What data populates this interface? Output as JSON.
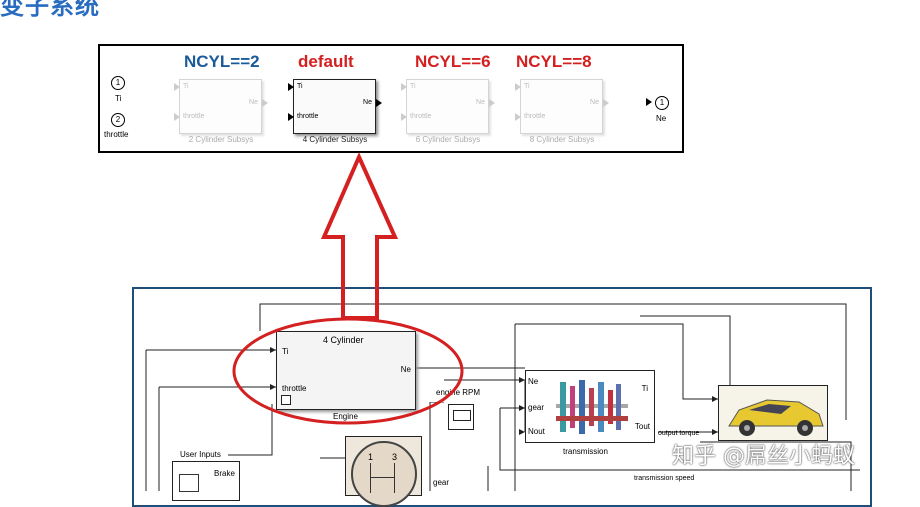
{
  "heading": "变子系统",
  "variant_panel": {
    "conditions": [
      {
        "label": "NCYL==2",
        "color": "#1a5a9a"
      },
      {
        "label": "default",
        "color": "#d42020"
      },
      {
        "label": "NCYL==6",
        "color": "#d42020"
      },
      {
        "label": "NCYL==8",
        "color": "#d42020"
      }
    ],
    "inports": [
      {
        "num": "1",
        "label": "Ti"
      },
      {
        "num": "2",
        "label": "throttle"
      }
    ],
    "outport": {
      "num": "1",
      "label": "Ne"
    },
    "subsystems": [
      {
        "caption": "2 Cylinder Subsys",
        "in1": "Ti",
        "in2": "throttle",
        "out": "Ne"
      },
      {
        "caption": "4 Cylinder Subsys",
        "in1": "Ti",
        "in2": "throttle",
        "out": "Ne"
      },
      {
        "caption": "6 Cylinder Subsys",
        "in1": "Ti",
        "in2": "throttle",
        "out": "Ne"
      },
      {
        "caption": "8 Cylinder Subsys",
        "in1": "Ti",
        "in2": "throttle",
        "out": "Ne"
      }
    ]
  },
  "model": {
    "engine": {
      "title": "4 Cylinder",
      "in1": "Ti",
      "in2": "throttle",
      "out": "Ne",
      "caption": "Engine"
    },
    "engine_rpm": "engine RPM",
    "transmission": {
      "in1": "Ne",
      "in2": "gear",
      "in3": "Nout",
      "out1": "Ti",
      "out2": "Tout",
      "caption": "transmission"
    },
    "output_torque": "output torque",
    "transmission_speed": "transmission speed",
    "user_inputs": "User Inputs",
    "brake": "Brake",
    "gear": "gear",
    "shift_labels": [
      "1",
      "3"
    ]
  },
  "watermark": "知乎 @屌丝小蚂蚁",
  "colors": {
    "arrow": "#d42020",
    "ellipse": "#d42020",
    "frame": "#1f4f78"
  }
}
